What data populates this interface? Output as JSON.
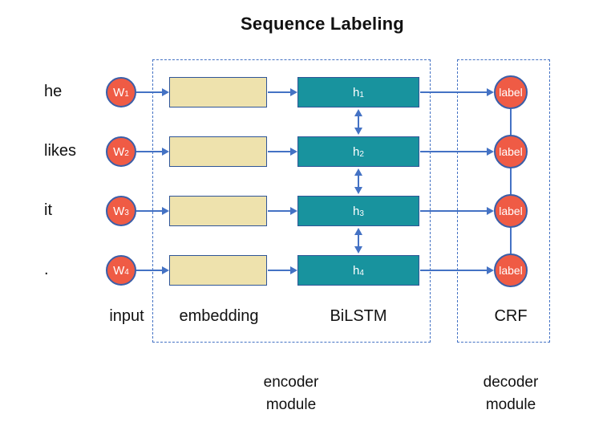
{
  "title": "Sequence Labeling",
  "colors": {
    "node_fill": "#EF5B45",
    "node_border": "#3A5EA8",
    "embedding_fill": "#EEE2AD",
    "bilstm_fill": "#18939E",
    "box_border": "#2F5597",
    "arrow": "#4472C4",
    "dashed_border": "#4472C4",
    "text": "#111111"
  },
  "rows": [
    {
      "word": "he",
      "input_symbol": "W",
      "input_sub": "1",
      "hidden_symbol": "h",
      "hidden_sub": "1",
      "output_label": "label"
    },
    {
      "word": "likes",
      "input_symbol": "W",
      "input_sub": "2",
      "hidden_symbol": "h",
      "hidden_sub": "2",
      "output_label": "label"
    },
    {
      "word": "it",
      "input_symbol": "W",
      "input_sub": "3",
      "hidden_symbol": "h",
      "hidden_sub": "3",
      "output_label": "label"
    },
    {
      "word": ".",
      "input_symbol": "W",
      "input_sub": "4",
      "hidden_symbol": "h",
      "hidden_sub": "4",
      "output_label": "label"
    }
  ],
  "columns": {
    "input": "input",
    "embedding": "embedding",
    "bilstm": "BiLSTM",
    "crf": "CRF"
  },
  "modules": {
    "encoder_line1": "encoder",
    "encoder_line2": "module",
    "decoder_line1": "decoder",
    "decoder_line2": "module"
  }
}
